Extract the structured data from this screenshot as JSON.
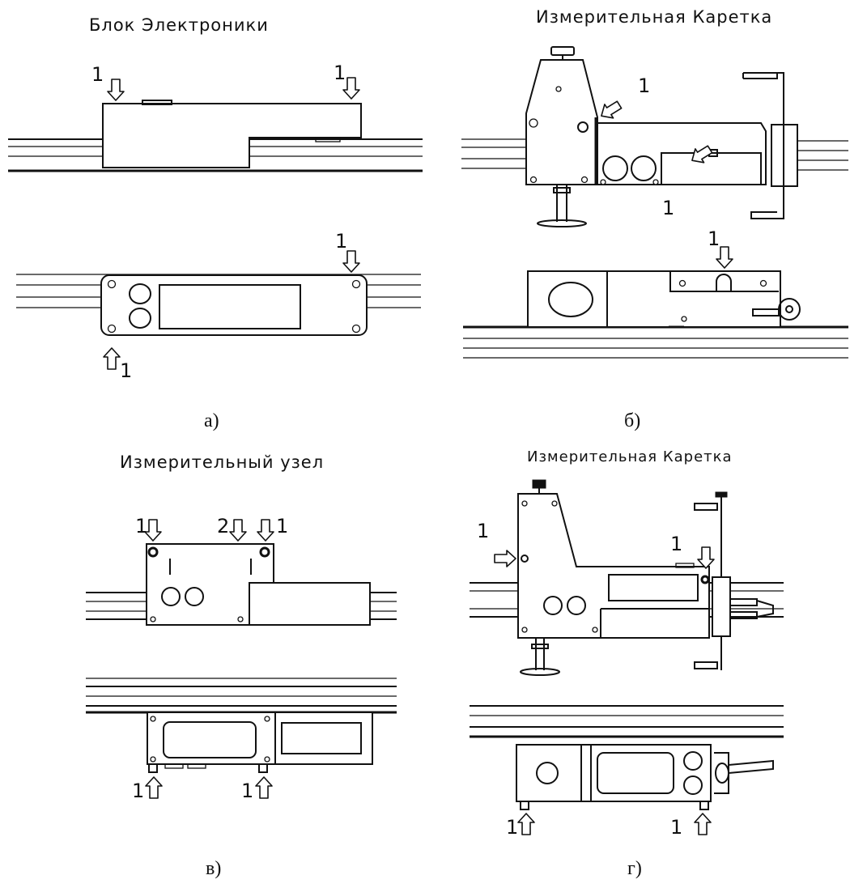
{
  "panels": {
    "a": {
      "title": "Блок Электроники",
      "caption": "а)"
    },
    "b": {
      "title": "Измерительная Каретка",
      "caption": "б)"
    },
    "v": {
      "title": "Измерительный узел",
      "caption": "в)"
    },
    "g": {
      "title": "Измерительная Каретка",
      "caption": "г)"
    }
  },
  "labels": {
    "one": "1",
    "two": "2"
  }
}
